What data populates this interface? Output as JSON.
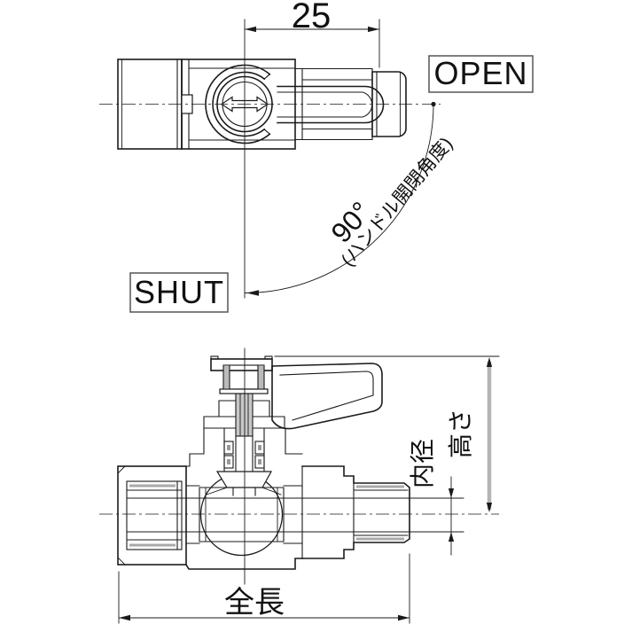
{
  "colors": {
    "background": "#ffffff",
    "line": "#1a1a1a",
    "thread_shading": "#a9a9a9",
    "height_dimension_line": "#b4b4b4"
  },
  "top_view": {
    "dimension_25": "25",
    "open_label": "OPEN",
    "shut_label": "SHUT",
    "angle_label": "90°",
    "angle_note": "(ハンドル開閉角度)"
  },
  "side_view": {
    "total_length_label": "全長",
    "inner_diameter_label": "内径",
    "height_label": "高さ"
  }
}
